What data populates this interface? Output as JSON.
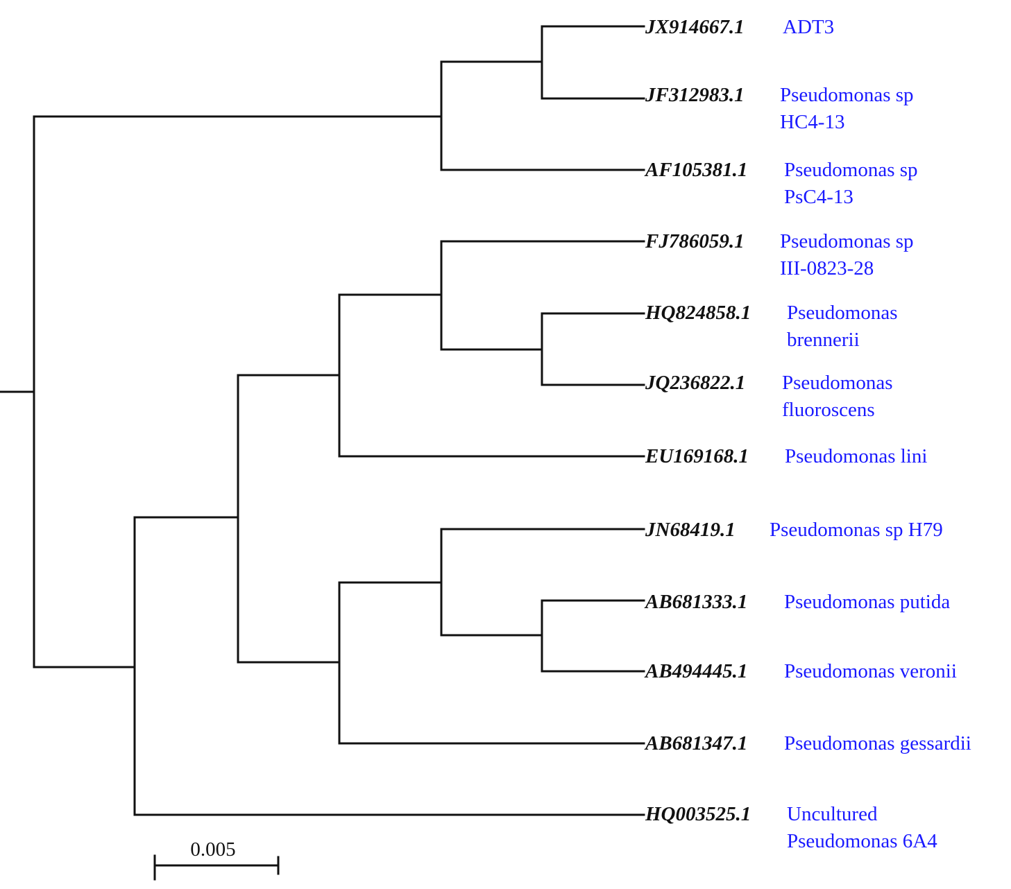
{
  "colors": {
    "branch": "#111111",
    "accession": "#111111",
    "species": "#1a1aff"
  },
  "leaves": [
    {
      "accession": "JX914667.1",
      "species": [
        "ADT3"
      ]
    },
    {
      "accession": "JF312983.1",
      "species": [
        "Pseudomonas sp",
        "HC4-13"
      ]
    },
    {
      "accession": "AF105381.1",
      "species": [
        "Pseudomonas sp",
        "PsC4-13"
      ]
    },
    {
      "accession": "FJ786059.1",
      "species": [
        "Pseudomonas sp",
        "III-0823-28"
      ]
    },
    {
      "accession": "HQ824858.1",
      "species": [
        "Pseudomonas",
        "brennerii"
      ]
    },
    {
      "accession": "JQ236822.1",
      "species": [
        "Pseudomonas",
        "fluoroscens"
      ]
    },
    {
      "accession": "EU169168.1",
      "species": [
        "Pseudomonas lini"
      ]
    },
    {
      "accession": "JN68419.1",
      "species": [
        "Pseudomonas sp H79"
      ]
    },
    {
      "accession": "AB681333.1",
      "species": [
        "Pseudomonas putida"
      ]
    },
    {
      "accession": "AB494445.1",
      "species": [
        "Pseudomonas veronii"
      ]
    },
    {
      "accession": "AB681347.1",
      "species": [
        "Pseudomonas gessardii"
      ]
    },
    {
      "accession": "HQ003525.1",
      "species": [
        "Uncultured",
        "Pseudomonas 6A4"
      ]
    }
  ],
  "scale_bar": {
    "label": "0.005",
    "value": 0.005
  }
}
